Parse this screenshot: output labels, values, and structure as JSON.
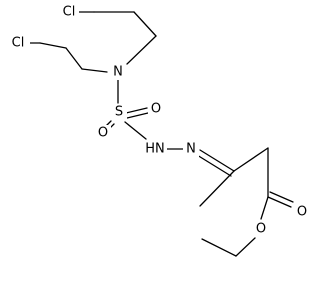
{
  "atoms": {
    "cl_top": "Cl",
    "cl_left": "Cl",
    "n_amine": "N",
    "s": "S",
    "o_right": "O",
    "o_bottom": "O",
    "nh": "HN",
    "n_imine": "N",
    "o_carbonyl": "O",
    "o_ester": "O"
  }
}
